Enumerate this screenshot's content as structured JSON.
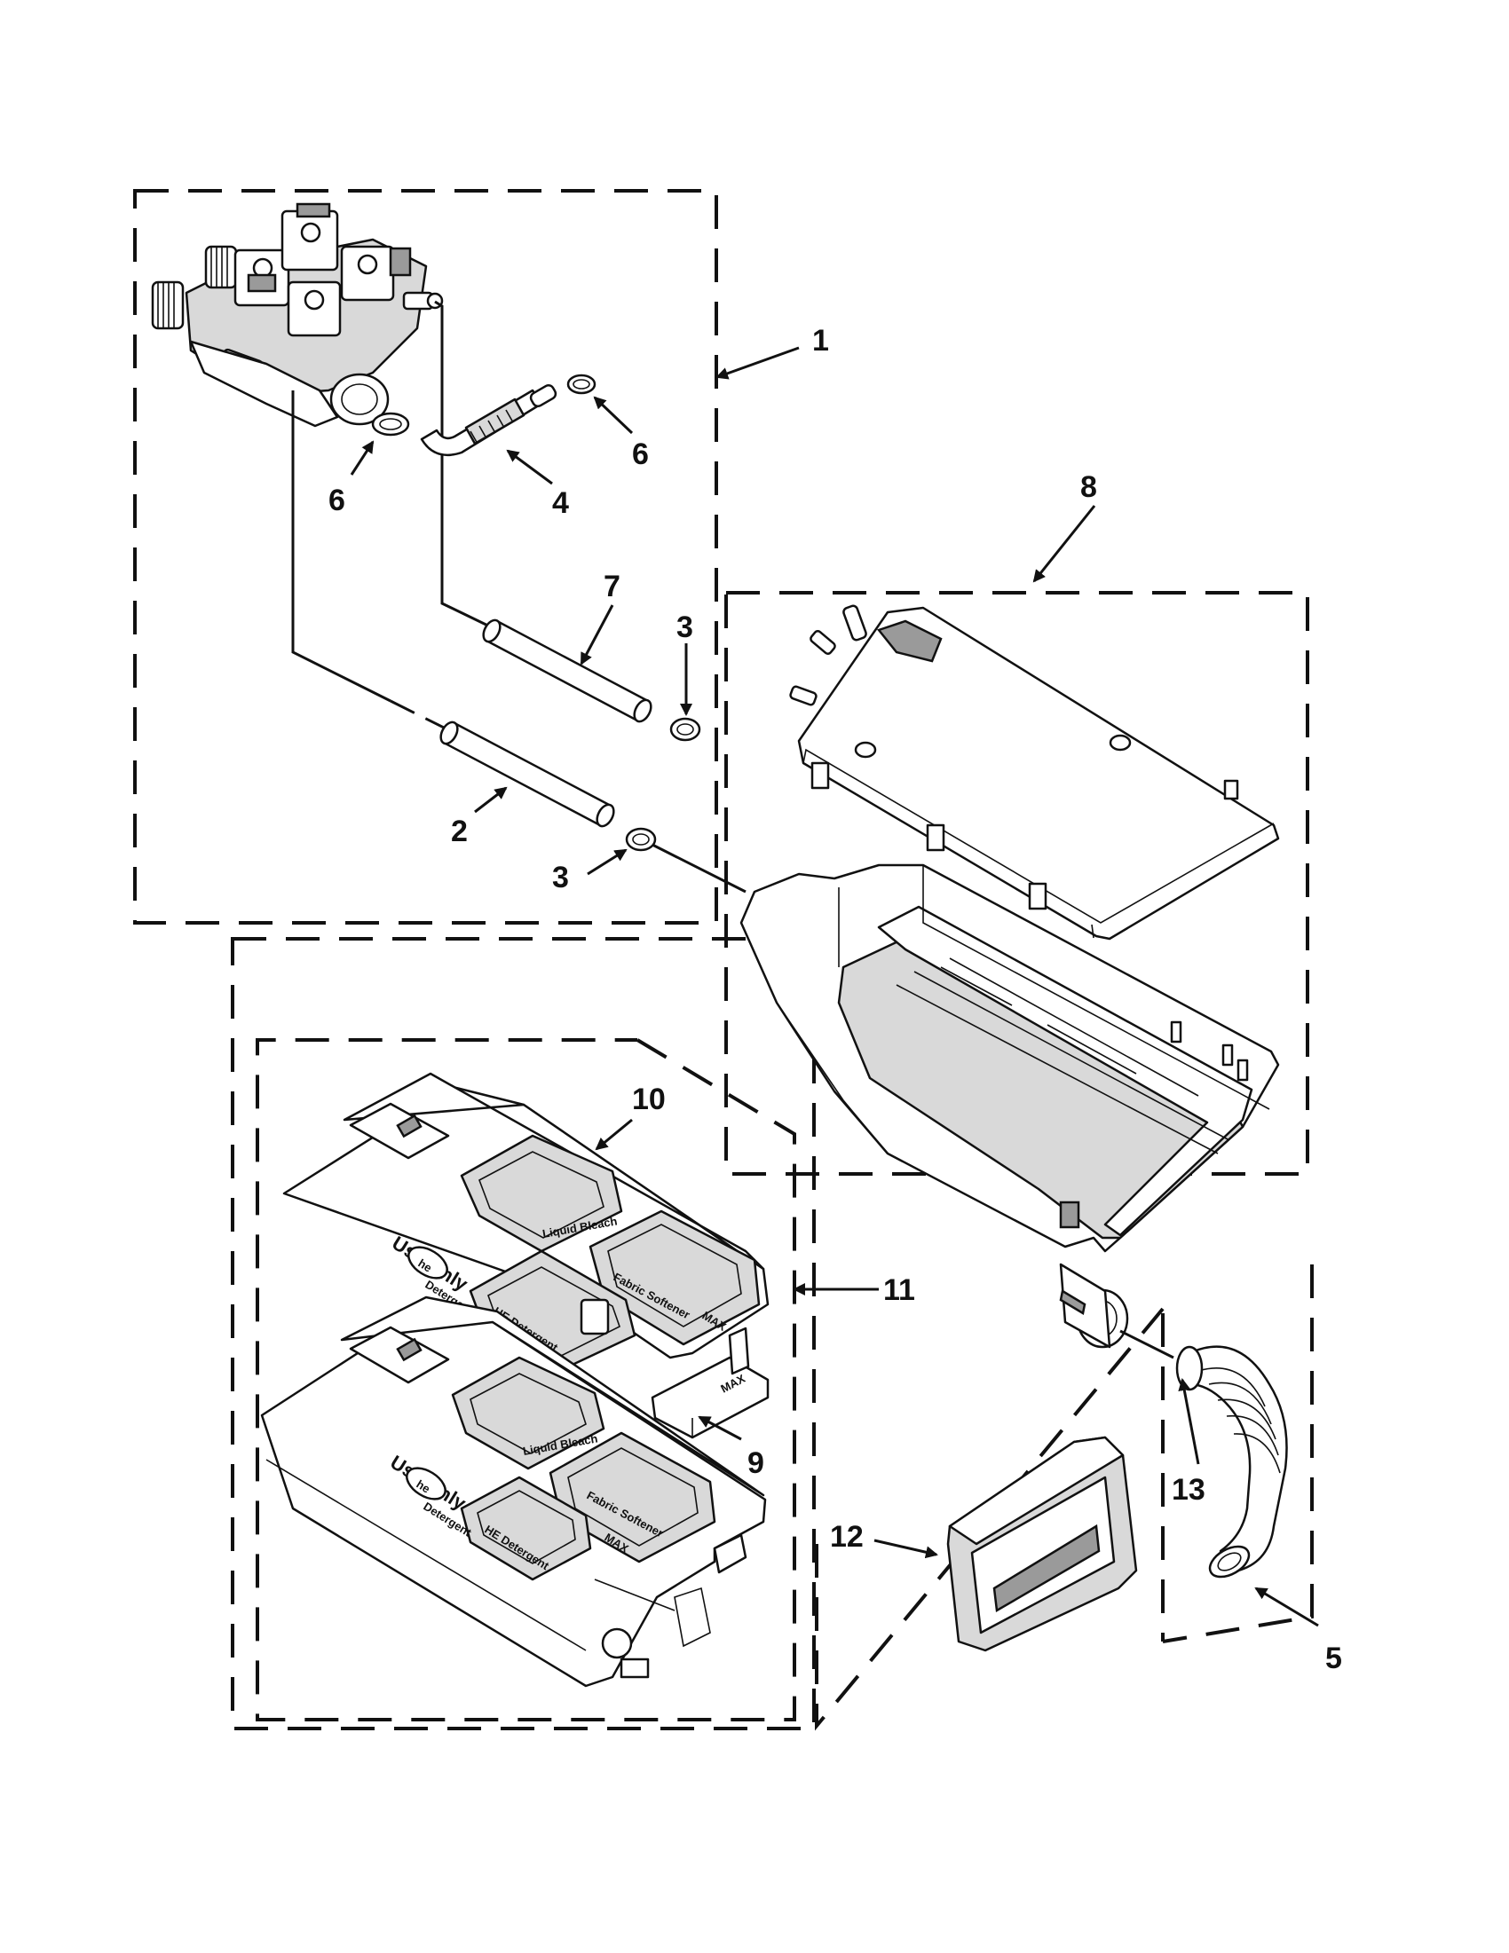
{
  "callouts": {
    "c1": "1",
    "c2": "2",
    "c3a": "3",
    "c3b": "3",
    "c4": "4",
    "c5": "5",
    "c6a": "6",
    "c6b": "6",
    "c7": "7",
    "c8": "8",
    "c9": "9",
    "c10": "10",
    "c11": "11",
    "c12": "12",
    "c13": "13"
  },
  "tray_labels": {
    "use_only": "Use Only",
    "he": "he",
    "detergent": "Detergent",
    "liquid_bleach": "Liquid Bleach",
    "fabric_softener": "Fabric Softener",
    "he_detergent": "HE Detergent",
    "max": "MAX"
  }
}
